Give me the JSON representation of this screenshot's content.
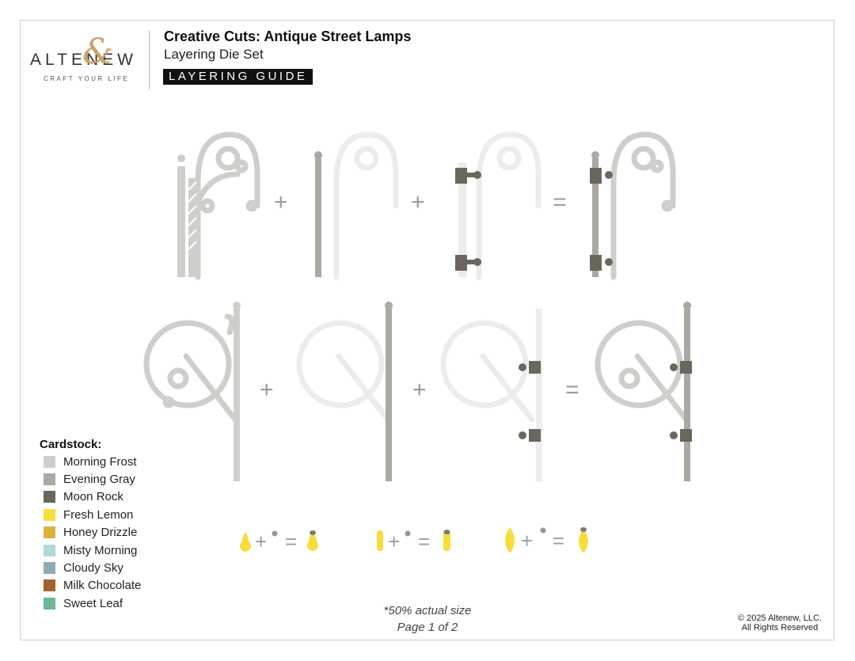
{
  "header": {
    "logo_word": "ALTENEW",
    "logo_tagline": "CRAFT YOUR LIFE",
    "title": "Creative Cuts: Antique Street Lamps",
    "subtitle": "Layering Die Set",
    "badge": "LAYERING GUIDE"
  },
  "diagram": {
    "row1": {
      "operators": [
        "+",
        "+",
        "="
      ],
      "layers": [
        "base-bracket (Morning Frost)",
        "post (Evening Gray)",
        "collars (Moon Rock)",
        "assembled"
      ]
    },
    "row2": {
      "operators": [
        "+",
        "+",
        "="
      ],
      "layers": [
        "base-bracket (Morning Frost)",
        "post (Evening Gray)",
        "collars (Moon Rock)",
        "assembled"
      ]
    },
    "bulbs": [
      {
        "shape": "round",
        "operators": [
          "+",
          "="
        ]
      },
      {
        "shape": "capsule",
        "operators": [
          "+",
          "="
        ]
      },
      {
        "shape": "flame",
        "operators": [
          "+",
          "="
        ]
      }
    ]
  },
  "legend": {
    "title": "Cardstock:",
    "items": [
      {
        "label": "Morning Frost",
        "color": "#cdcfca"
      },
      {
        "label": "Evening Gray",
        "color": "#aaa8a1"
      },
      {
        "label": "Moon Rock",
        "color": "#6b675d"
      },
      {
        "label": "Fresh Lemon",
        "color": "#f7dd3b"
      },
      {
        "label": "Honey Drizzle",
        "color": "#ddb23c"
      },
      {
        "label": "Misty Morning",
        "color": "#b3d7d6"
      },
      {
        "label": "Cloudy Sky",
        "color": "#91aab6"
      },
      {
        "label": "Milk Chocolate",
        "color": "#a3632f"
      },
      {
        "label": "Sweet Leaf",
        "color": "#6db896"
      }
    ]
  },
  "footer": {
    "scale_note": "*50% actual size",
    "page": "Page 1 of 2",
    "copyright": "© 2025 Altenew, LLC.",
    "rights": "All Rights Reserved"
  },
  "colors": {
    "frost": "#cdcfca",
    "gray": "#aaa8a1",
    "rock": "#6b675d",
    "lemon": "#f7dd3b",
    "operator": "#9b9ba3"
  }
}
